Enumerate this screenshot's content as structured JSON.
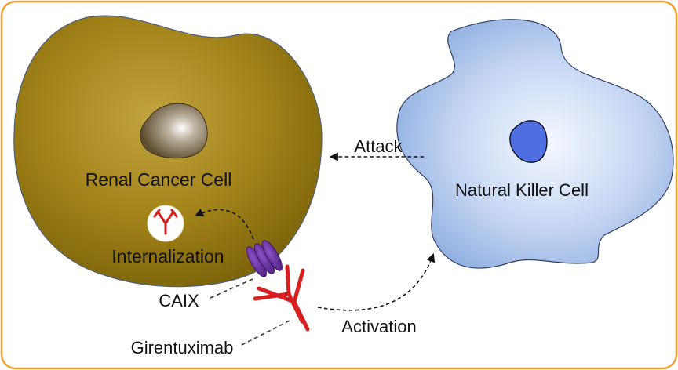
{
  "labels": {
    "cancer_cell": "Renal Cancer Cell",
    "nk_cell": "Natural Killer Cell",
    "attack": "Attack",
    "internalization": "Internalization",
    "caix": "CAIX",
    "activation": "Activation",
    "girentuximab": "Girentuximab"
  },
  "colors": {
    "frame_border": "#f0a030",
    "cancer_cell": "#9a7a10",
    "cancer_nucleus": "#6b5a3a",
    "nk_cell": "#b9cdef",
    "nk_nucleus": "#4f6ee0",
    "caix": "#6a2fa0",
    "antibody": "#d62020"
  }
}
